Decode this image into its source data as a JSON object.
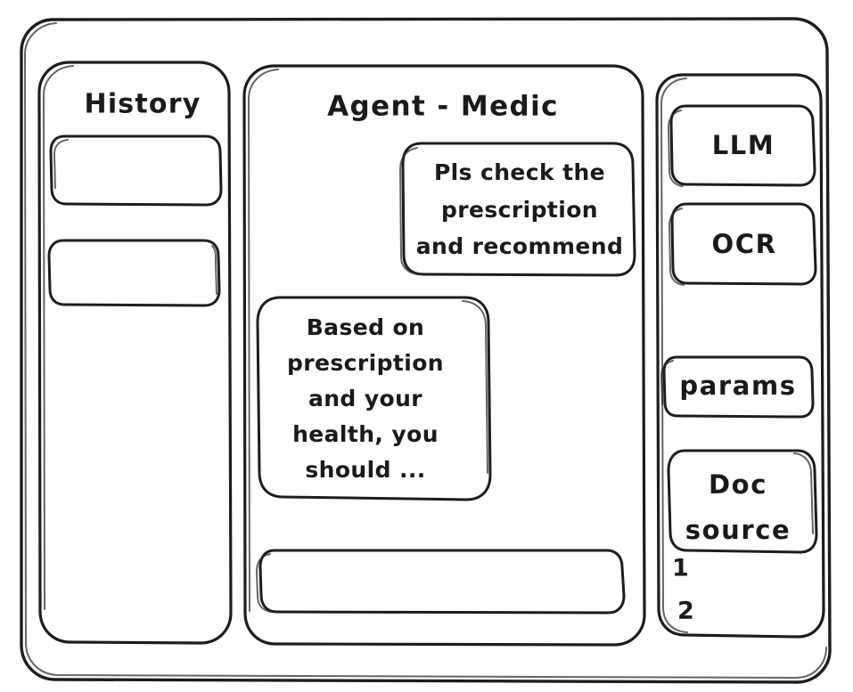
{
  "app": {
    "style": "hand-drawn-wireframe",
    "stroke_color": "#1d1d1d",
    "background_color": "#ffffff"
  },
  "left_sidebar": {
    "title": "History",
    "items": [
      {
        "label": "",
        "name": "history-item-1"
      },
      {
        "label": "",
        "name": "history-item-2"
      }
    ]
  },
  "main": {
    "title": "Agent - Medic",
    "messages": [
      {
        "role": "user",
        "align": "right",
        "lines": [
          "Pls check the",
          "prescription",
          "and recommend"
        ]
      },
      {
        "role": "assistant",
        "align": "left",
        "lines": [
          "Based on",
          "prescription",
          "and your",
          "health, you",
          "should ..."
        ]
      }
    ],
    "composer": {
      "value": "",
      "placeholder": ""
    }
  },
  "right_sidebar": {
    "tools": [
      {
        "label": "LLM",
        "name": "tool-llm"
      },
      {
        "label": "OCR",
        "name": "tool-ocr"
      }
    ],
    "params": {
      "label": "params"
    },
    "doc_source": {
      "lines": [
        "Doc",
        "source"
      ],
      "entries": [
        "1",
        "2"
      ]
    }
  }
}
